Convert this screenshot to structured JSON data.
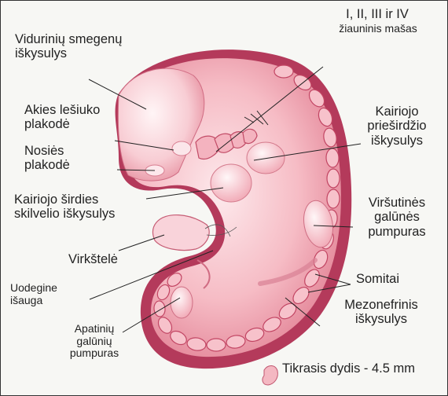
{
  "labels": {
    "midbrain": "Vidurinių smegenų\niškysulys",
    "arches_numbers": "I, II, III ir IV",
    "arches_name": "žiauninis mašas",
    "lens": "Akies lešiuko\nplakodė",
    "nasal": "Nosiės\nplakodė",
    "atrium": "Kairiojo\nprieširdžio\niškysulys",
    "ventricle": "Kairiojo širdies\nskilvelio iškysulys",
    "upper_limb": "Viršutinės\ngalūnės\npumpuras",
    "umbilical": "Virkštelė",
    "somites": "Somitai",
    "tail": "Uodegine\nišauga",
    "mesonephric": "Mezonefrinis\niškysulys",
    "lower_limb": "Apatinių\ngalūnių\npumpuras",
    "actual_size": "Tikrasis dydis - 4.5 mm"
  },
  "colors": {
    "background": "#f7f7f4",
    "embryo_light": "#fbe3e6",
    "embryo_mid": "#f2a9b4",
    "embryo_dark": "#c8506a",
    "dorsal_edge": "#9e2f4e",
    "leader_line": "#222222"
  }
}
